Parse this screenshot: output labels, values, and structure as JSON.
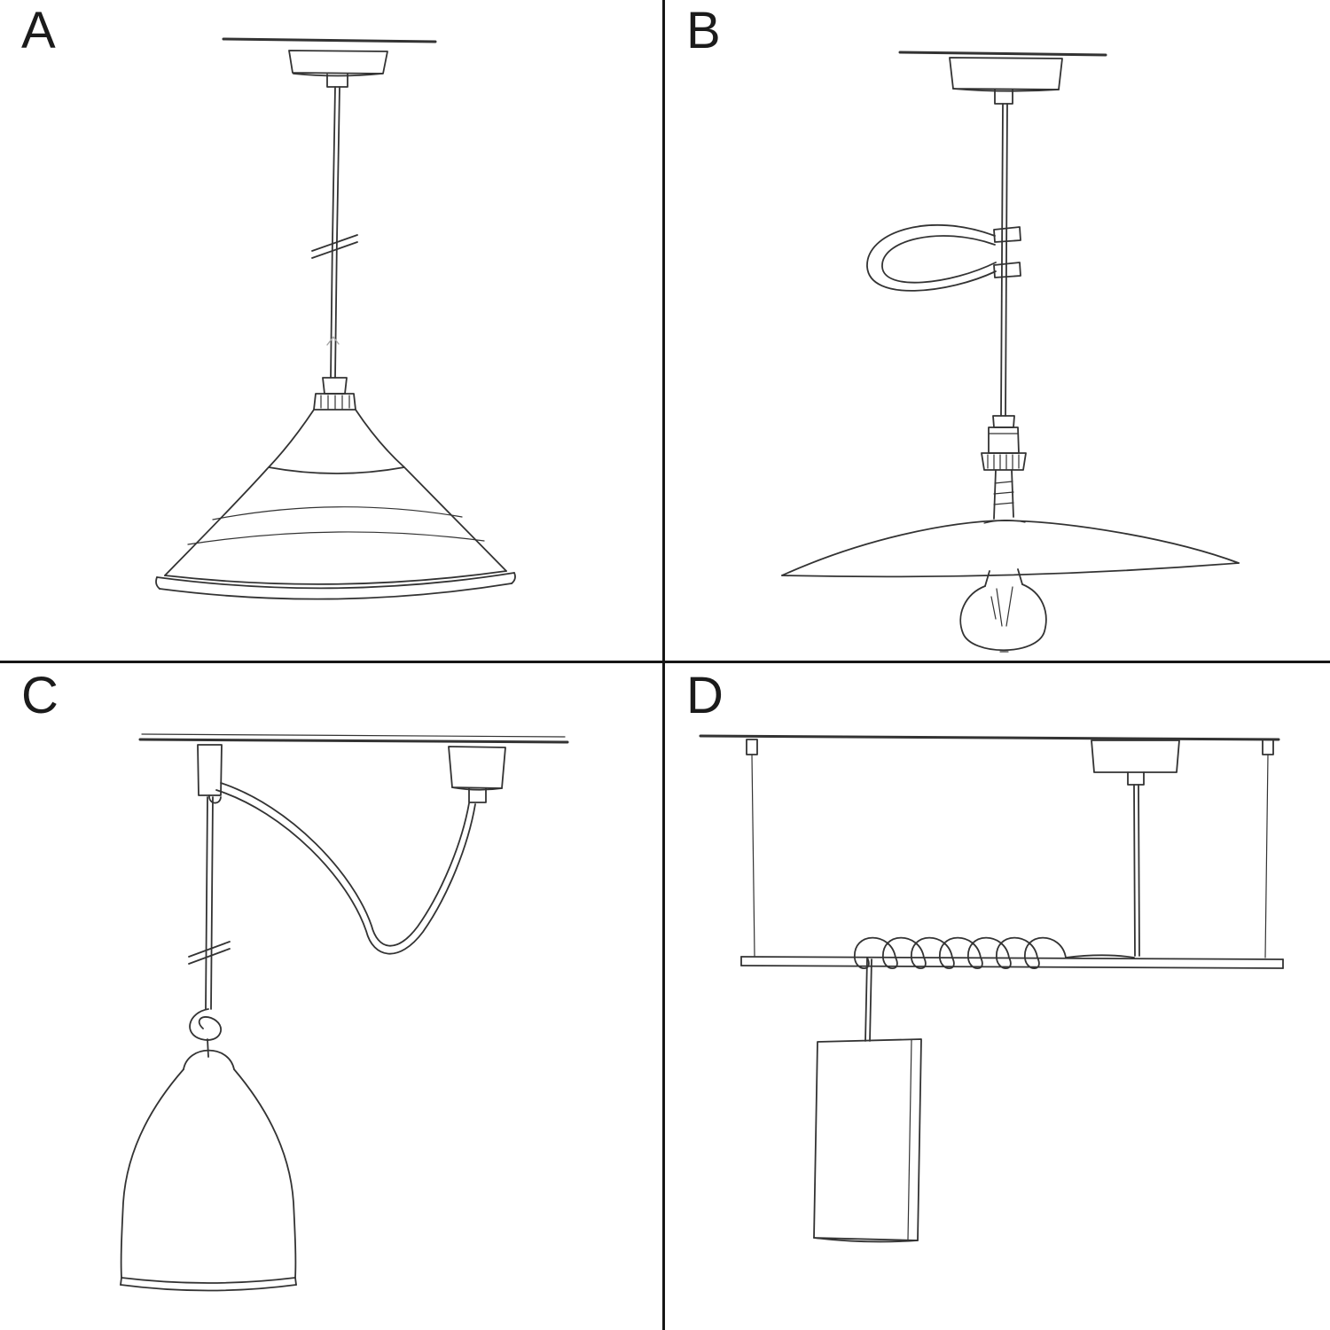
{
  "panels": [
    {
      "label": "A",
      "illustration": "pendant-straight-cable-industrial-bowl-shade"
    },
    {
      "label": "B",
      "illustration": "pendant-cable-hook-flat-plate-shade-exposed-bulb"
    },
    {
      "label": "C",
      "illustration": "swag-pendant-ceiling-hook-bell-dome-shade"
    },
    {
      "label": "D",
      "illustration": "ceiling-bar-suspension-coiled-cable-cylinder-pendant"
    }
  ],
  "colors": {
    "background": "#ffffff",
    "sketch_stroke": "#333333",
    "divider": "#161616",
    "label_text": "#1b1b1b"
  }
}
